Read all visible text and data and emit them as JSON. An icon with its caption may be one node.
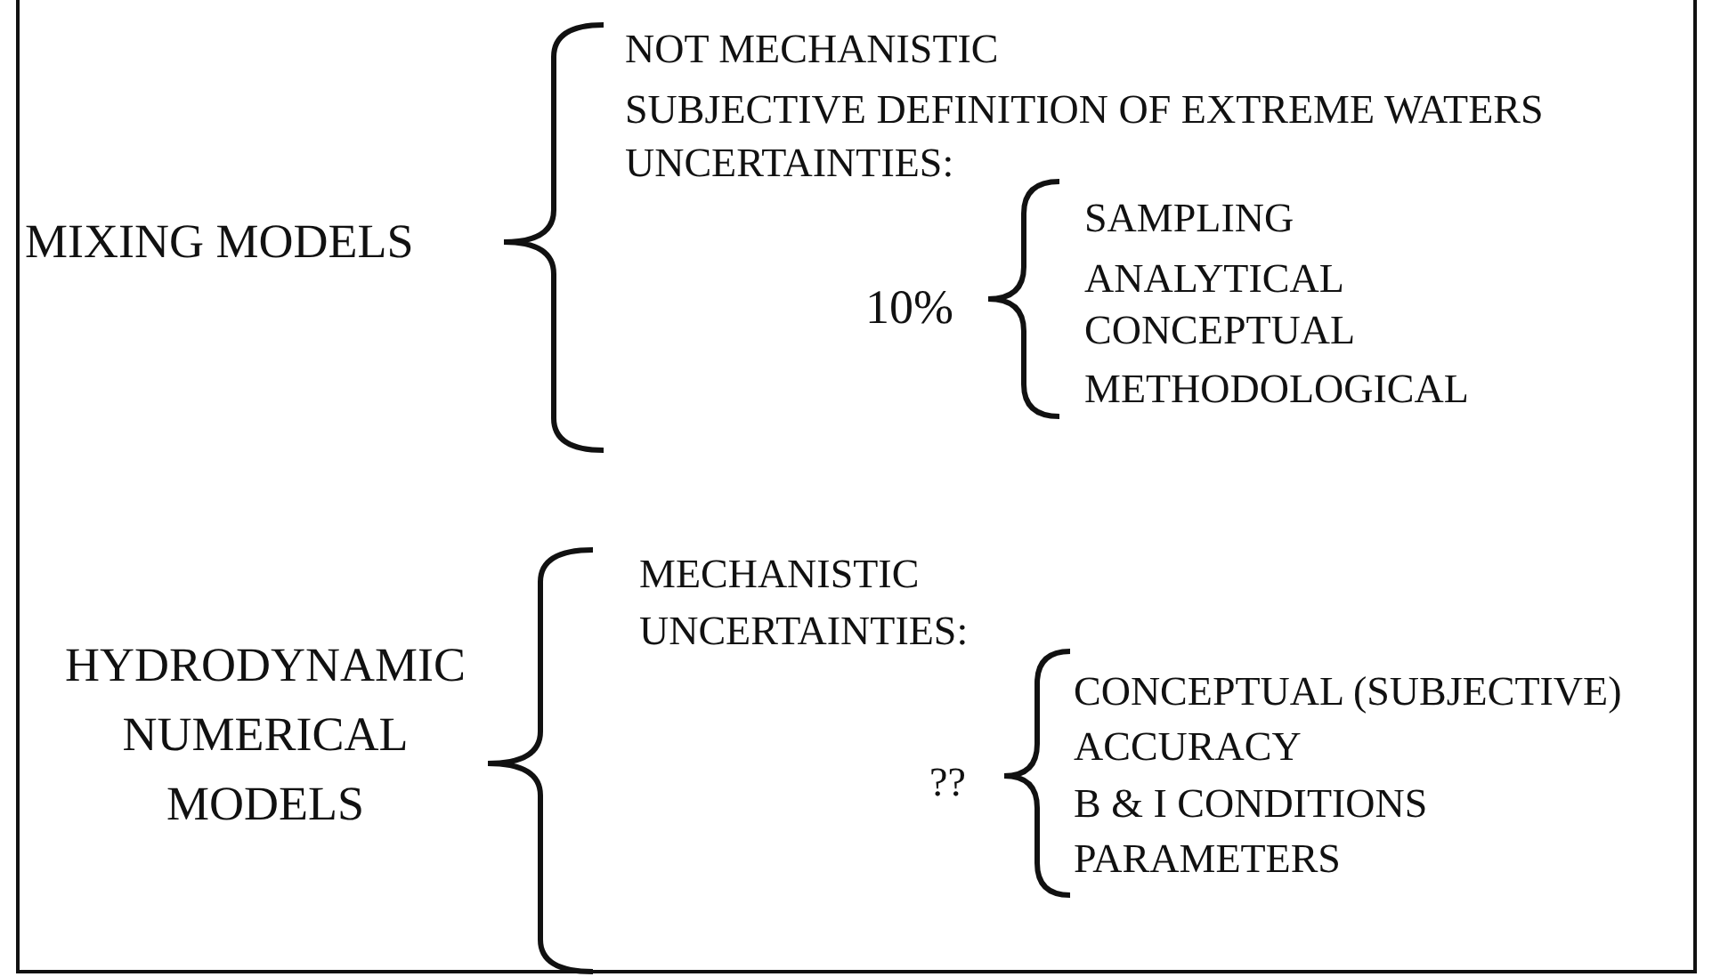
{
  "diagram": {
    "labels": [
      "MIXING MODELS",
      "NOT MECHANISTIC",
      "SUBJECTIVE DEFINITION OF EXTREME WATERS",
      "UNCERTAINTIES:",
      "10%",
      "SAMPLING",
      "ANALYTICAL",
      "CONCEPTUAL",
      "METHODOLOGICAL",
      "HYDRODYNAMIC NUMERICAL MODELS",
      "MECHANISTIC",
      "UNCERTAINTIES:",
      "??",
      "CONCEPTUAL (SUBJECTIVE)",
      "ACCURACY",
      "B & I CONDITIONS",
      "PARAMETERS"
    ]
  }
}
